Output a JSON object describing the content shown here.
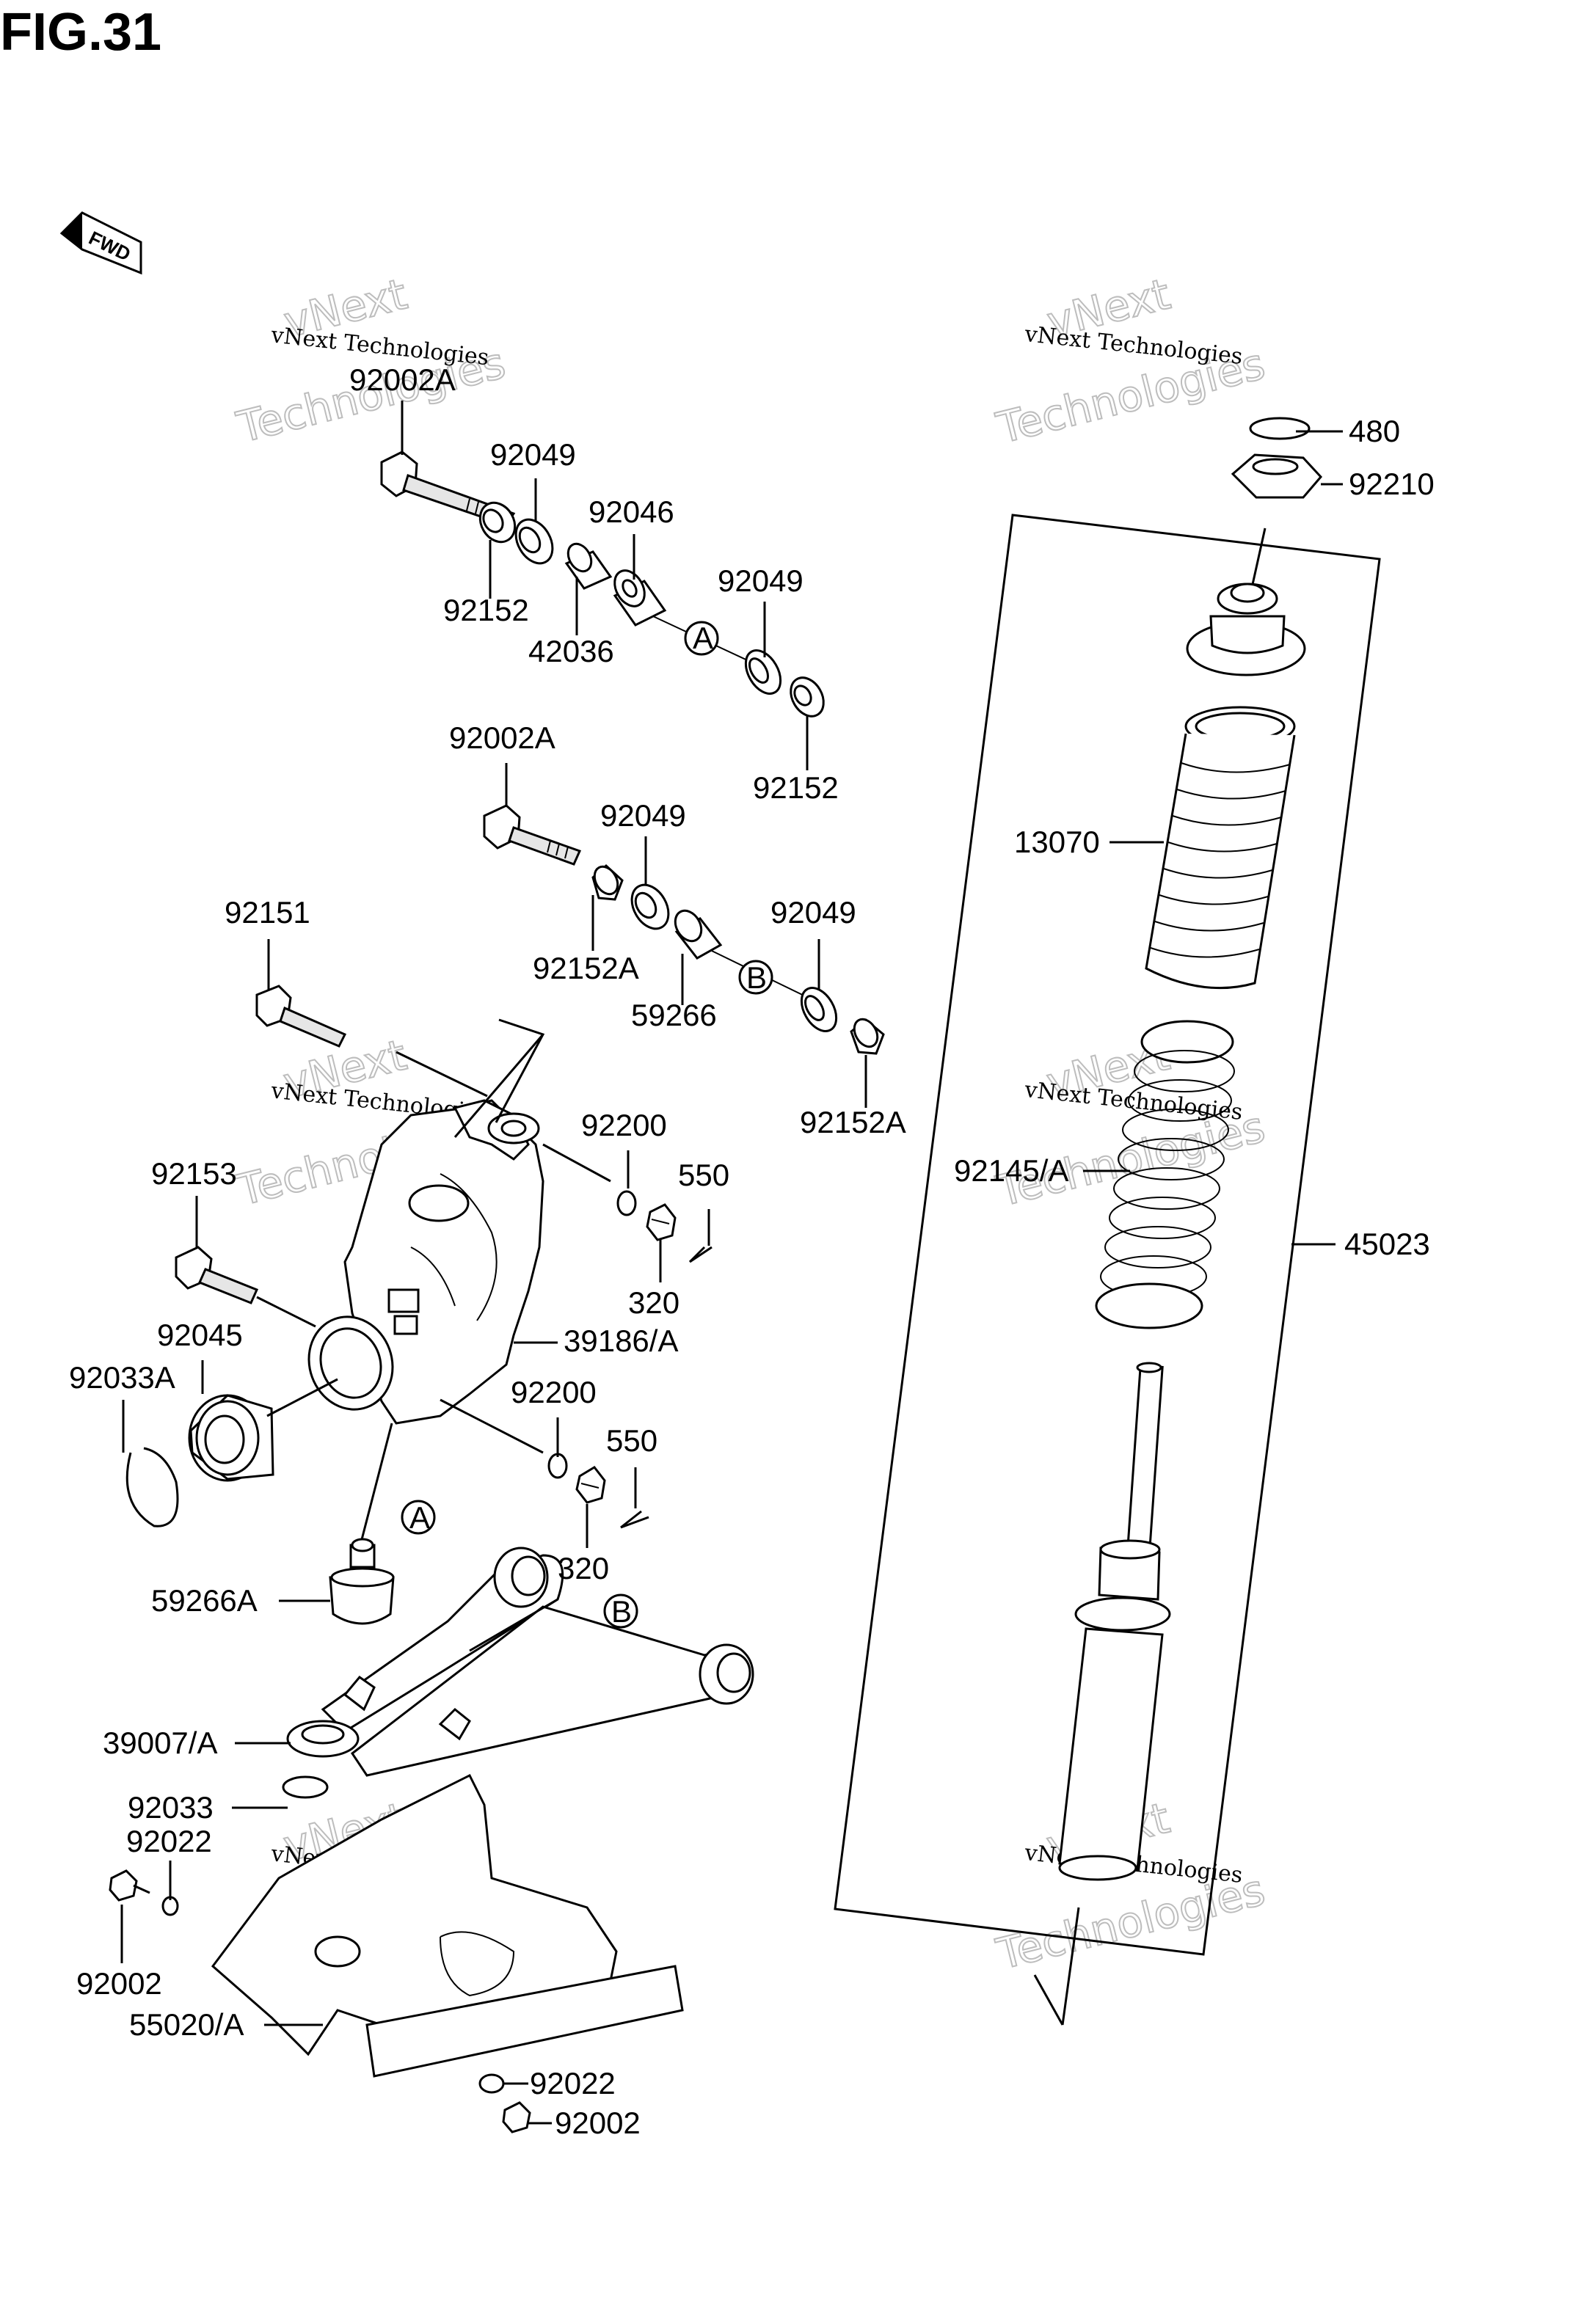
{
  "figure": {
    "title": "FIG.31",
    "fwd_label": "FWD"
  },
  "watermark": {
    "line1": "vNext Technologies",
    "line2a": "vNext",
    "line2b": "Technologies"
  },
  "labels": [
    {
      "id": "92002A-top",
      "text": "92002A"
    },
    {
      "id": "92049-a",
      "text": "92049"
    },
    {
      "id": "92046",
      "text": "92046"
    },
    {
      "id": "92152-a",
      "text": "92152"
    },
    {
      "id": "42036",
      "text": "42036"
    },
    {
      "id": "92049-b",
      "text": "92049"
    },
    {
      "id": "92152-b",
      "text": "92152"
    },
    {
      "id": "92002A-mid",
      "text": "92002A"
    },
    {
      "id": "92049-c",
      "text": "92049"
    },
    {
      "id": "92151",
      "text": "92151"
    },
    {
      "id": "92152A-a",
      "text": "92152A"
    },
    {
      "id": "92049-d",
      "text": "92049"
    },
    {
      "id": "59266",
      "text": "59266"
    },
    {
      "id": "92152A-b",
      "text": "92152A"
    },
    {
      "id": "92200-a",
      "text": "92200"
    },
    {
      "id": "550-a",
      "text": "550"
    },
    {
      "id": "92153",
      "text": "92153"
    },
    {
      "id": "320-a",
      "text": "320"
    },
    {
      "id": "39186A",
      "text": "39186/A"
    },
    {
      "id": "92045",
      "text": "92045"
    },
    {
      "id": "92033A",
      "text": "92033A"
    },
    {
      "id": "92200-b",
      "text": "92200"
    },
    {
      "id": "550-b",
      "text": "550"
    },
    {
      "id": "320-b",
      "text": "320"
    },
    {
      "id": "59266A",
      "text": "59266A"
    },
    {
      "id": "39007A",
      "text": "39007/A"
    },
    {
      "id": "92033",
      "text": "92033"
    },
    {
      "id": "92022-a",
      "text": "92022"
    },
    {
      "id": "92002-a",
      "text": "92002"
    },
    {
      "id": "55020A",
      "text": "55020/A"
    },
    {
      "id": "92022-b",
      "text": "92022"
    },
    {
      "id": "92002-b",
      "text": "92002"
    },
    {
      "id": "480",
      "text": "480"
    },
    {
      "id": "92210",
      "text": "92210"
    },
    {
      "id": "13070",
      "text": "13070"
    },
    {
      "id": "92145A",
      "text": "92145/A"
    },
    {
      "id": "45023",
      "text": "45023"
    }
  ],
  "markers": {
    "a1": "A",
    "b1": "B",
    "a2": "A",
    "b2": "B"
  }
}
